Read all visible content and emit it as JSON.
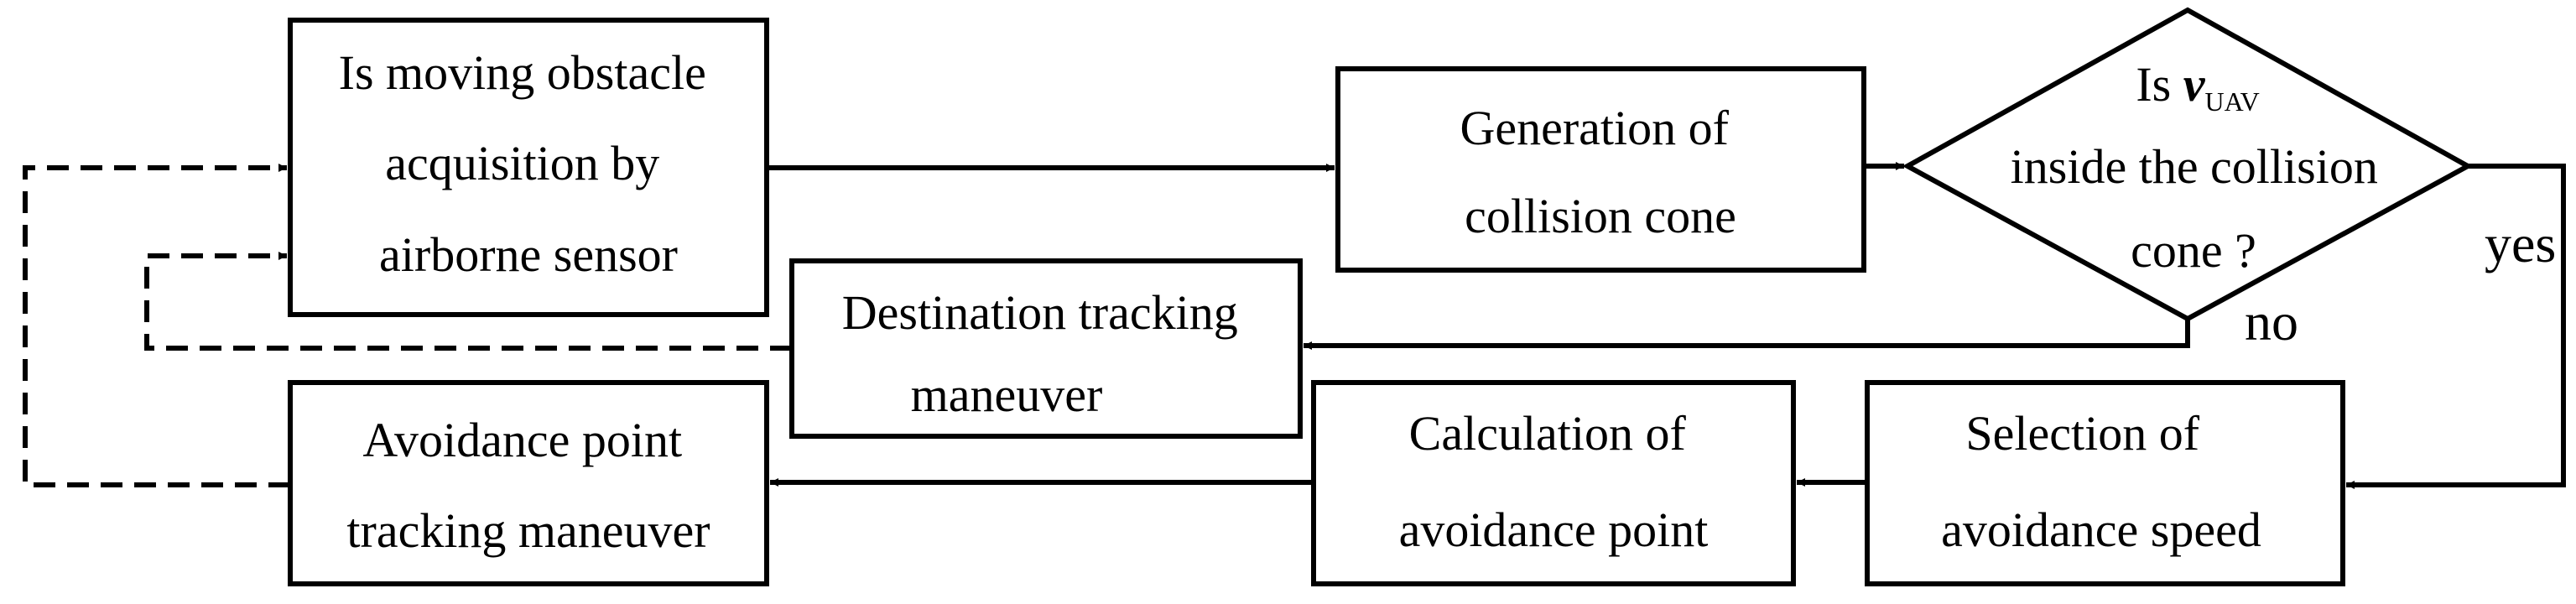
{
  "nodes": {
    "obstacle_acquisition": {
      "lines": [
        "Is moving obstacle",
        "acquisition by",
        "airborne sensor"
      ]
    },
    "collision_cone": {
      "lines": [
        "Generation of",
        "collision cone"
      ]
    },
    "decision": {
      "line1_prefix": "Is ",
      "line1_var": "v",
      "line1_sub": "UAV",
      "line2": "inside the collision",
      "line3": "cone ?"
    },
    "destination_tracking": {
      "lines": [
        "Destination  tracking",
        "maneuver"
      ]
    },
    "avoidance_tracking": {
      "lines": [
        "Avoidance point",
        "tracking maneuver"
      ]
    },
    "avoidance_point_calc": {
      "lines": [
        "Calculation of",
        "avoidance point"
      ]
    },
    "avoidance_speed": {
      "lines": [
        "Selection of",
        "avoidance speed"
      ]
    }
  },
  "edge_labels": {
    "yes": "yes",
    "no": "no"
  }
}
